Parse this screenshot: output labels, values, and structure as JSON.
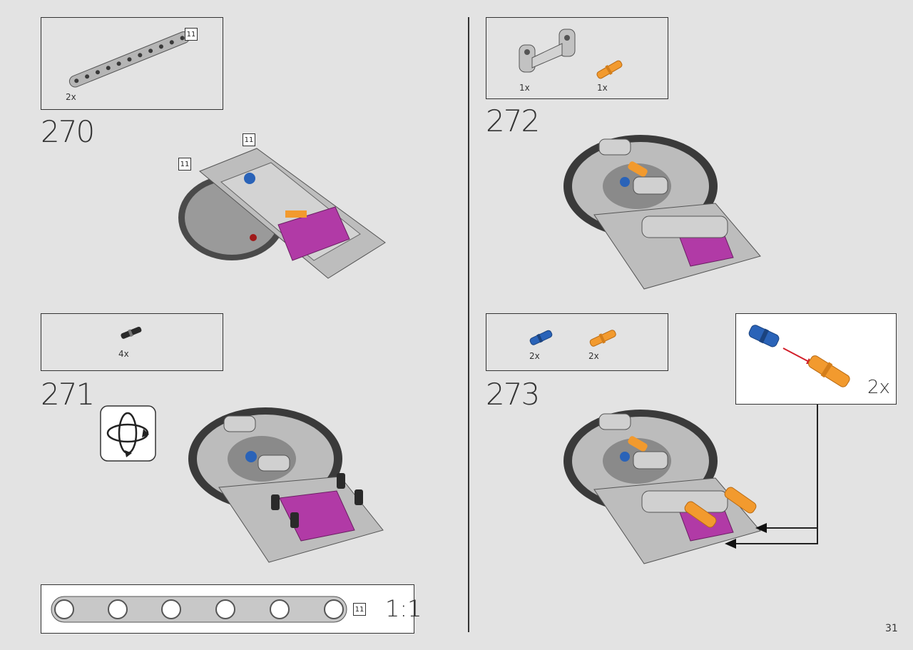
{
  "page_number": "31",
  "steps": [
    {
      "number": "270",
      "parts": [
        {
          "qty": "2x",
          "part": "gray-beam-11-icon",
          "length": "11"
        }
      ],
      "callouts": [
        "11",
        "11"
      ]
    },
    {
      "number": "271",
      "parts": [
        {
          "qty": "4x",
          "part": "black-pin-icon"
        }
      ],
      "rotate": "rotate-model-icon"
    },
    {
      "number": "272",
      "parts": [
        {
          "qty": "1x",
          "part": "gray-h-frame-icon"
        },
        {
          "qty": "1x",
          "part": "orange-axle-pin-icon"
        }
      ]
    },
    {
      "number": "273",
      "parts": [
        {
          "qty": "2x",
          "part": "blue-pin-icon"
        },
        {
          "qty": "2x",
          "part": "orange-axle-pin-icon"
        }
      ],
      "subassembly_qty": "2x"
    }
  ],
  "scale_ruler": {
    "length": "11",
    "label": "1:1"
  },
  "colors": {
    "background": "#e3e3e3",
    "gray": "#a6a6a6",
    "dark": "#3a3a3a",
    "magenta": "#b13aa6",
    "orange": "#f29a2e",
    "blue": "#2a63b8",
    "red_arrow": "#d21f2a"
  }
}
